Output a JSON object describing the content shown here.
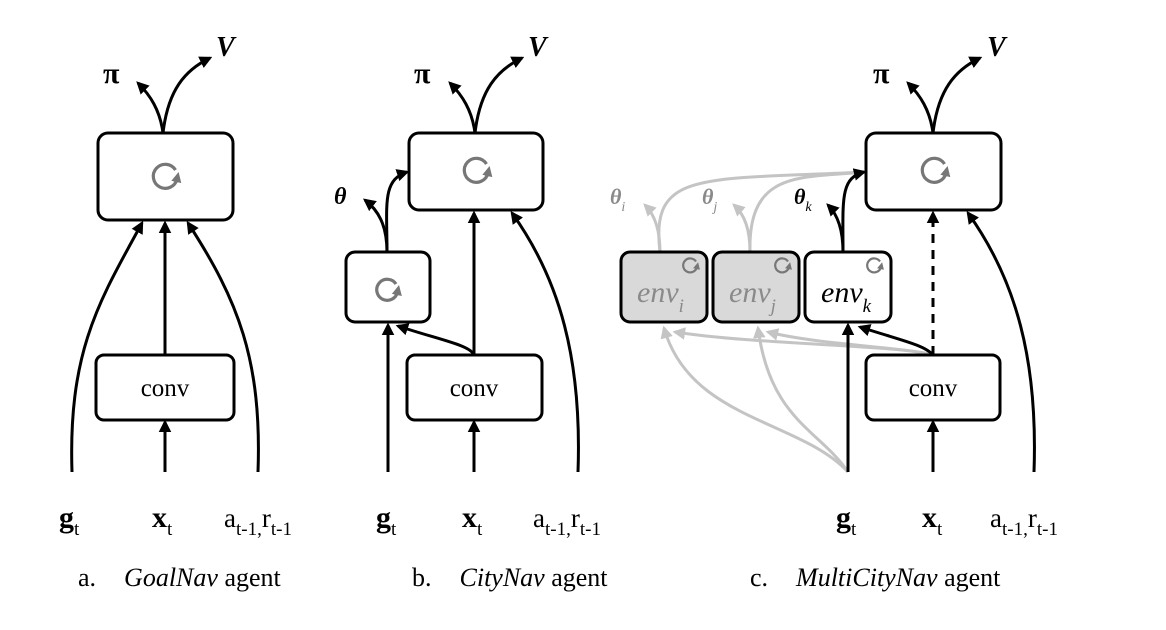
{
  "panels": [
    {
      "id": "a",
      "caption_letter": "a.",
      "caption_name": "GoalNav",
      "caption_suffix": " agent",
      "conv_label": "conv",
      "outputs": {
        "policy": "π",
        "value": "V"
      },
      "inputs": {
        "goal": "g",
        "goal_sub": "t",
        "obs": "x",
        "obs_sub": "t",
        "act": "a",
        "act_sub": "t-1,",
        "rew": "r",
        "rew_sub": "t-1"
      }
    },
    {
      "id": "b",
      "caption_letter": "b.",
      "caption_name": "CityNav",
      "caption_suffix": " agent",
      "conv_label": "conv",
      "theta": "θ",
      "outputs": {
        "policy": "π",
        "value": "V"
      },
      "inputs": {
        "goal": "g",
        "goal_sub": "t",
        "obs": "x",
        "obs_sub": "t",
        "act": "a",
        "act_sub": "t-1,",
        "rew": "r",
        "rew_sub": "t-1"
      }
    },
    {
      "id": "c",
      "caption_letter": "c.",
      "caption_name": "MultiCityNav",
      "caption_suffix": " agent",
      "conv_label": "conv",
      "outputs": {
        "policy": "π",
        "value": "V"
      },
      "env_modules": [
        {
          "name": "env",
          "sub": "i",
          "theta": "θ",
          "theta_sub": "i",
          "active": false
        },
        {
          "name": "env",
          "sub": "j",
          "theta": "θ",
          "theta_sub": "j",
          "active": false
        },
        {
          "name": "env",
          "sub": "k",
          "theta": "θ",
          "theta_sub": "k",
          "active": true
        }
      ],
      "inputs": {
        "goal": "g",
        "goal_sub": "t",
        "obs": "x",
        "obs_sub": "t",
        "act": "a",
        "act_sub": "t-1,",
        "rew": "r",
        "rew_sub": "t-1"
      }
    }
  ],
  "colors": {
    "ink": "#000000",
    "inactive_fill": "#d9d9d9",
    "inactive_line": "#c4c4c4",
    "recurrent_icon": "#777777"
  },
  "icons": {
    "recurrent": "recurrent-loop-icon"
  }
}
